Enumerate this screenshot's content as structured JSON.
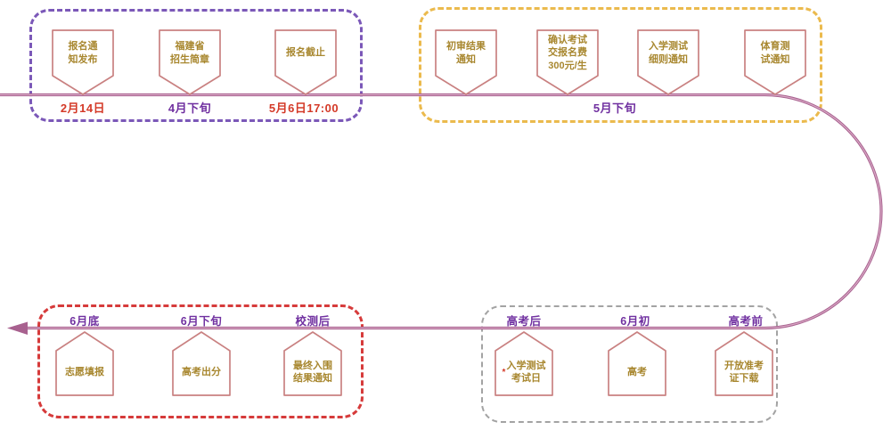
{
  "colors": {
    "timeline": "#a8618f",
    "timeline_core": "#d9a9c5",
    "banner_border": "#c98181",
    "banner_text": "#a8872f",
    "purple_box": "#7b58b8",
    "yellow_box": "#ebba4d",
    "red_box": "#d63b3b",
    "gray_box": "#a3a3a3",
    "date_red": "#d43a28",
    "date_purple": "#7030a0"
  },
  "stages": {
    "registration": {
      "banners": [
        {
          "text": "报名通\n知发布"
        },
        {
          "text": "福建省\n招生简章"
        },
        {
          "text": "报名截止"
        }
      ],
      "dates": [
        {
          "text": "2月14日"
        },
        {
          "text": "4月下旬"
        },
        {
          "text": "5月6日17:00"
        }
      ]
    },
    "review": {
      "banners": [
        {
          "text": "初审结果\n通知"
        },
        {
          "text": "确认考试\n交报名费\n300元/生"
        },
        {
          "text": "入学测试\n细则通知"
        },
        {
          "text": "体育测\n试通知"
        }
      ],
      "date": {
        "text": "5月下旬"
      }
    },
    "exam": {
      "banners": [
        {
          "prefix": "*",
          "text": "入学测试\n考试日",
          "label": "高考后"
        },
        {
          "text": "高考",
          "label": "6月初"
        },
        {
          "text": "开放准考\n证下载",
          "label": "高考前"
        }
      ]
    },
    "final": {
      "banners": [
        {
          "text": "志愿填报",
          "label": "6月底"
        },
        {
          "text": "高考出分",
          "label": "6月下旬"
        },
        {
          "text": "最终入围\n结果通知",
          "label": "校测后"
        }
      ]
    }
  }
}
